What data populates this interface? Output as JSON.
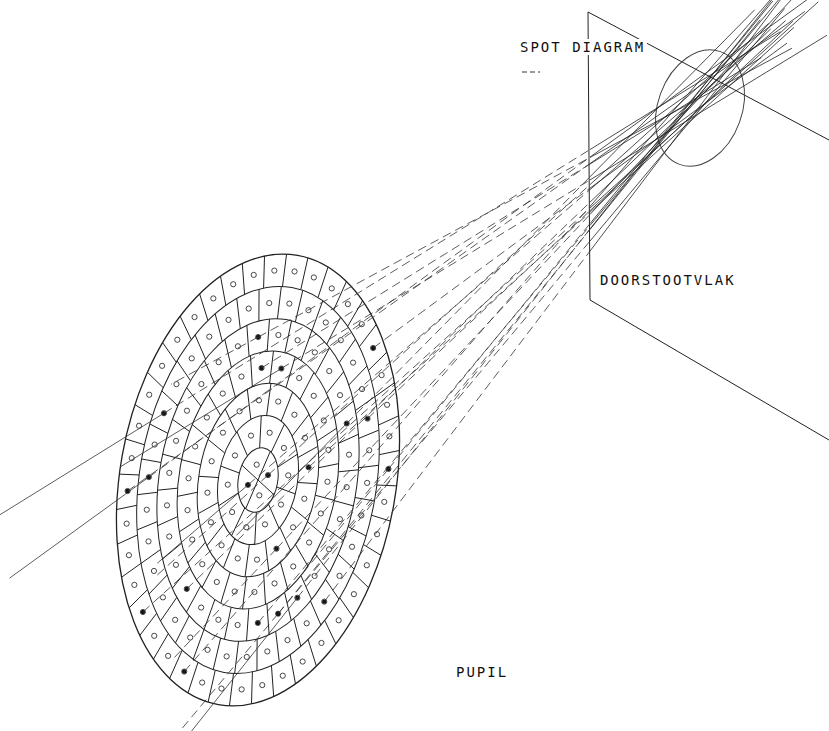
{
  "diagram": {
    "labels": [
      "SPOT DIAGRAM",
      "DOORSTOOTVLAK",
      "PUPIL"
    ]
  }
}
